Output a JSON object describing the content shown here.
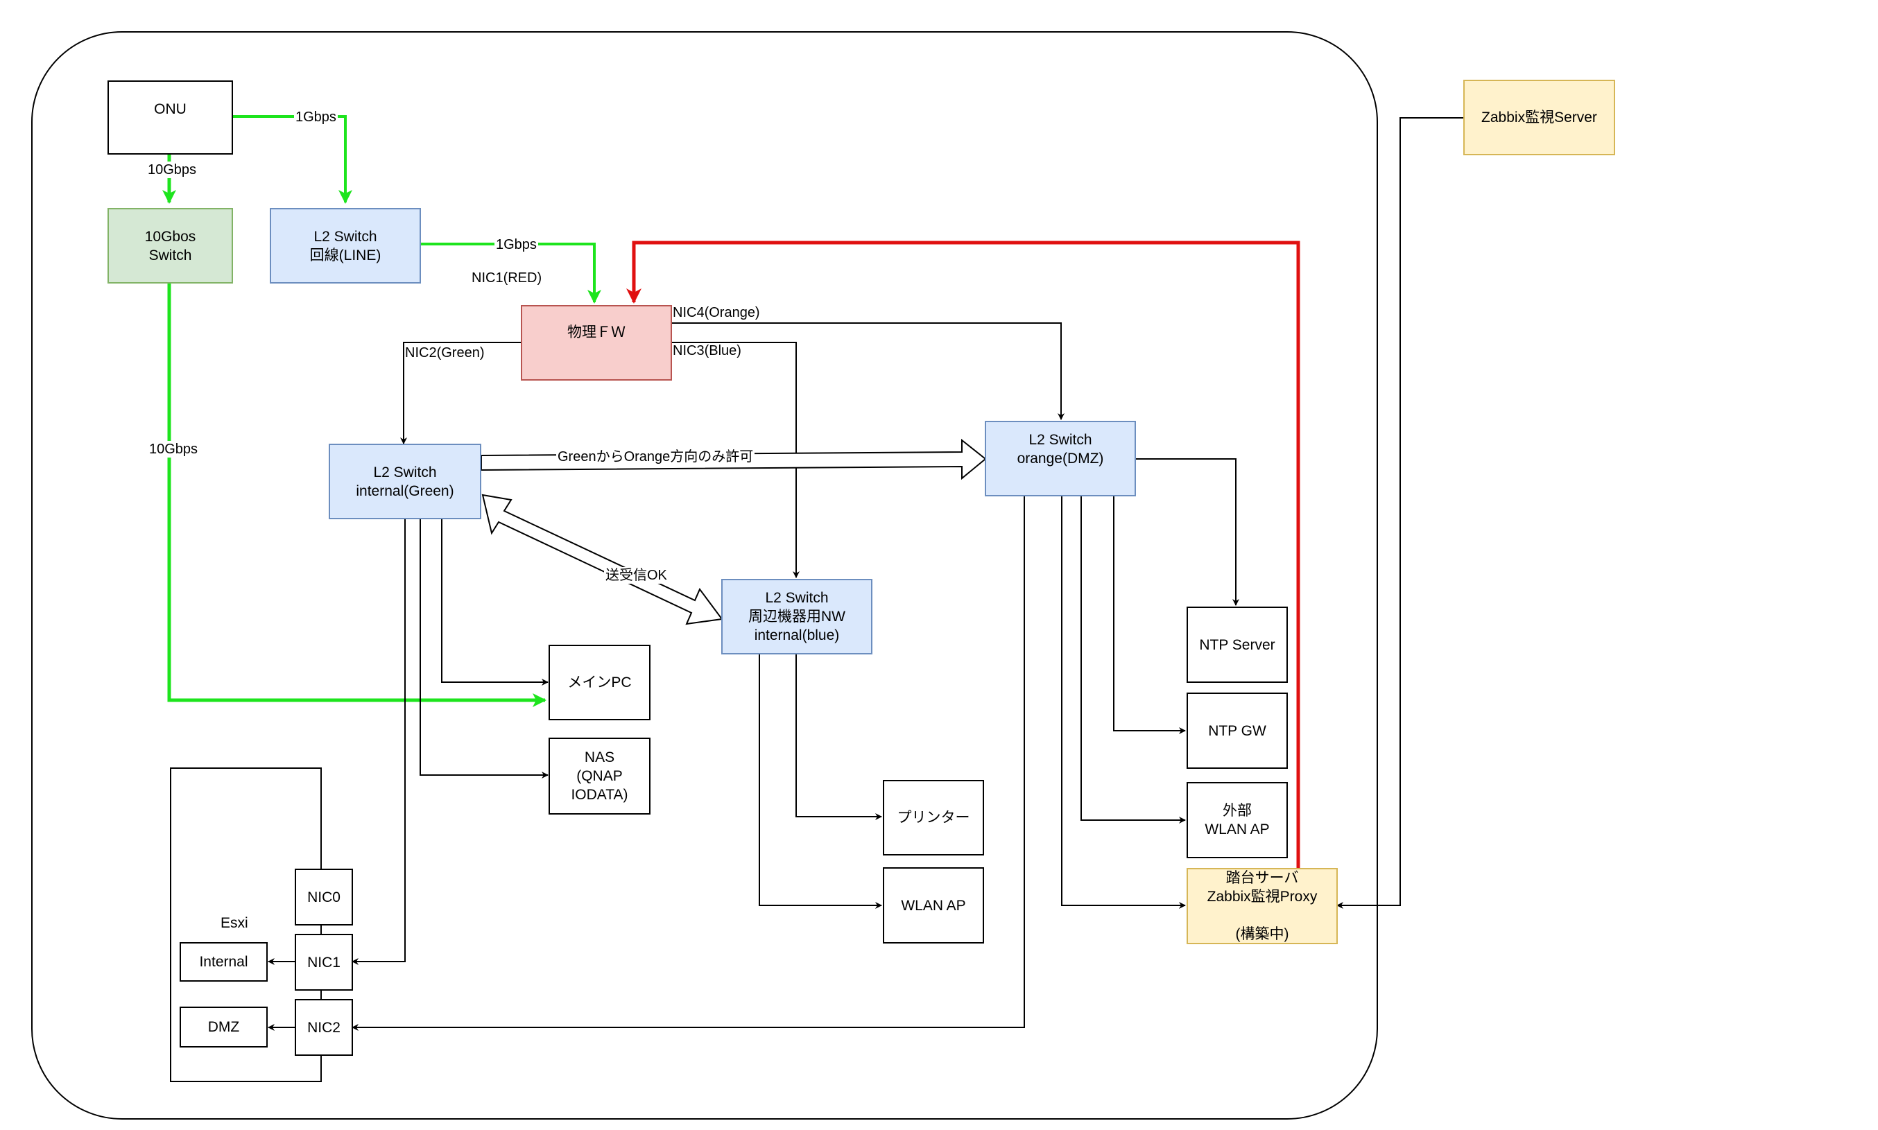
{
  "nodes": {
    "onu": "ONU",
    "switch_10g": "10Gbos\nSwitch",
    "l2_line": "L2 Switch\n回線(LINE)",
    "fw": "物理ＦＷ",
    "l2_green": "L2 Switch\ninternal(Green)",
    "l2_dmz": "L2 Switch\norange(DMZ)",
    "l2_blue": "L2 Switch\n周辺機器用NW\ninternal(blue)",
    "main_pc": "メインPC",
    "nas": "NAS\n(QNAP\nIODATA)",
    "printer": "プリンター",
    "wlan_ap": "WLAN AP",
    "ntp_server": "NTP Server",
    "ntp_gw": "NTP GW",
    "ext_wlan": "外部\nWLAN AP",
    "proxy": "踏台サーバ\nZabbix監視Proxy\n\n(構築中)",
    "zabbix_server": "Zabbix監視Server",
    "esxi": "Esxi",
    "nic0": "NIC0",
    "nic1": "NIC1",
    "nic2": "NIC2",
    "internal": "Internal",
    "dmz": "DMZ"
  },
  "labels": {
    "onu_line_speed": "1Gbps",
    "onu_10g_speed": "10Gbps",
    "line_fw_speed": "1Gbps",
    "nic1": "NIC1(RED)",
    "nic4": "NIC4(Orange)",
    "nic3": "NIC3(Blue)",
    "nic2": "NIC2(Green)",
    "switch_pc_speed": "10Gbps",
    "green_to_orange": "GreenからOrange方向のみ許可",
    "send_recv": "送受信OK"
  },
  "colors": {
    "green_link": "#1de41d",
    "red_link": "#e01010",
    "line": "#000000"
  }
}
